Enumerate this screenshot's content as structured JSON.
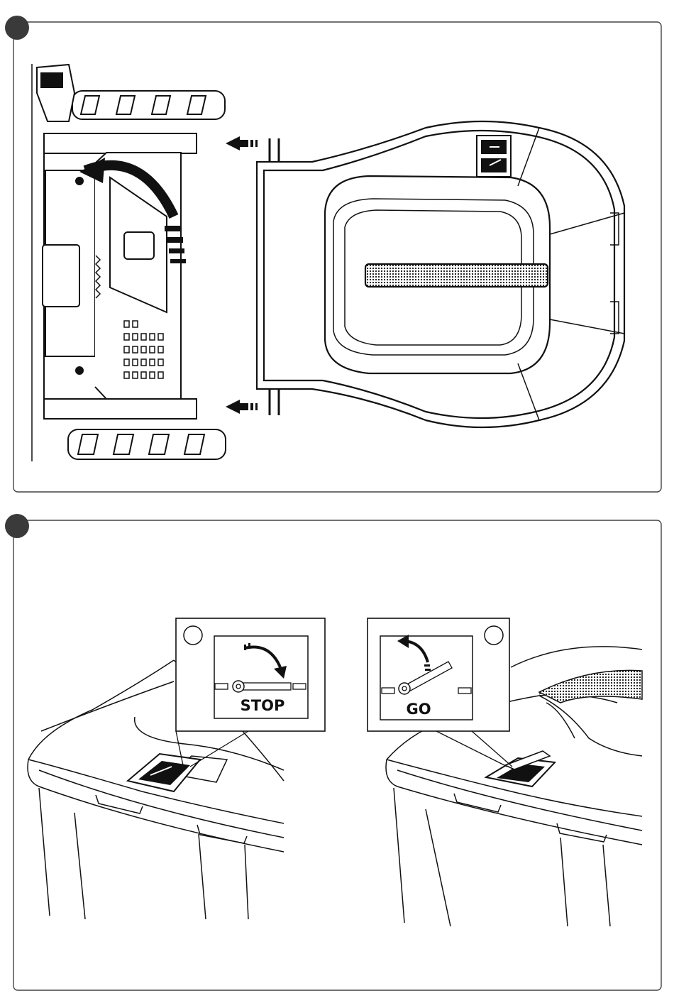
{
  "panel1": {
    "step_icon": "filled-circle-step-marker",
    "content": "mower-rear-view-with-grass-box-being-attached"
  },
  "panel2": {
    "step_icon": "filled-circle-step-marker",
    "left_inset": {
      "label": "STOP",
      "marker_icon": "empty-circle-marker"
    },
    "right_inset": {
      "label": "GO",
      "marker_icon": "empty-circle-marker"
    }
  },
  "colors": {
    "line": "#111111",
    "panel_border": "#444444",
    "marker_fill": "#3a3a3a"
  }
}
